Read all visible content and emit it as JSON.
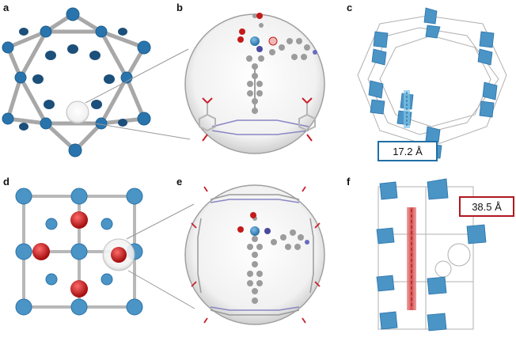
{
  "panels": {
    "a": {
      "label": "a"
    },
    "b": {
      "label": "b"
    },
    "c": {
      "label": "c",
      "measurement": "17.2 Å"
    },
    "d": {
      "label": "d"
    },
    "e": {
      "label": "e"
    },
    "f": {
      "label": "f",
      "measurement": "38.5 Å"
    }
  },
  "colors": {
    "cluster_blue": "#4a94c6",
    "cluster_dark": "#1c5f8e",
    "guest_red": "#c41a1a",
    "linker_gray": "#9a9a9a",
    "linker_purple": "#8a86c4",
    "pore_blue_box": "#1f6fa5",
    "pore_red_box": "#b0171f"
  }
}
